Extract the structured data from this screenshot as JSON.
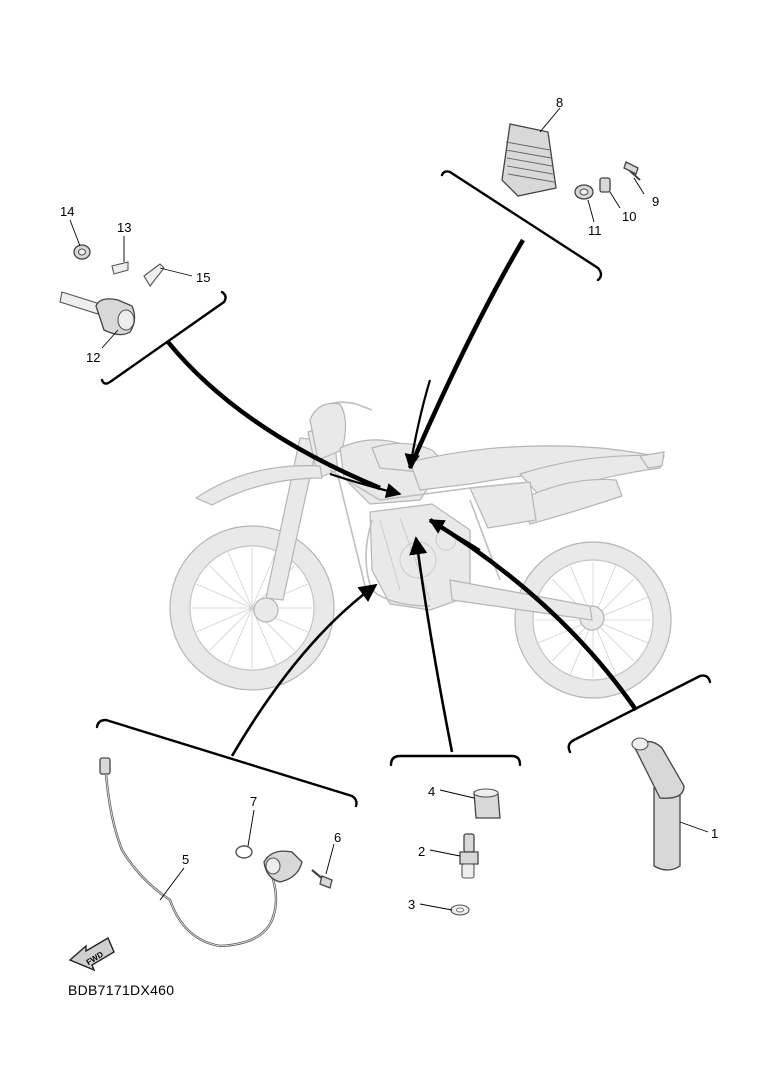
{
  "diagram": {
    "code": "BDB7171DX460",
    "fwd_label": "FWD",
    "callouts": {
      "p1": "1",
      "p2": "2",
      "p3": "3",
      "p4": "4",
      "p5": "5",
      "p6": "6",
      "p7": "7",
      "p8": "8",
      "p9": "9",
      "p10": "10",
      "p11": "11",
      "p12": "12",
      "p13": "13",
      "p14": "14",
      "p15": "15"
    }
  }
}
